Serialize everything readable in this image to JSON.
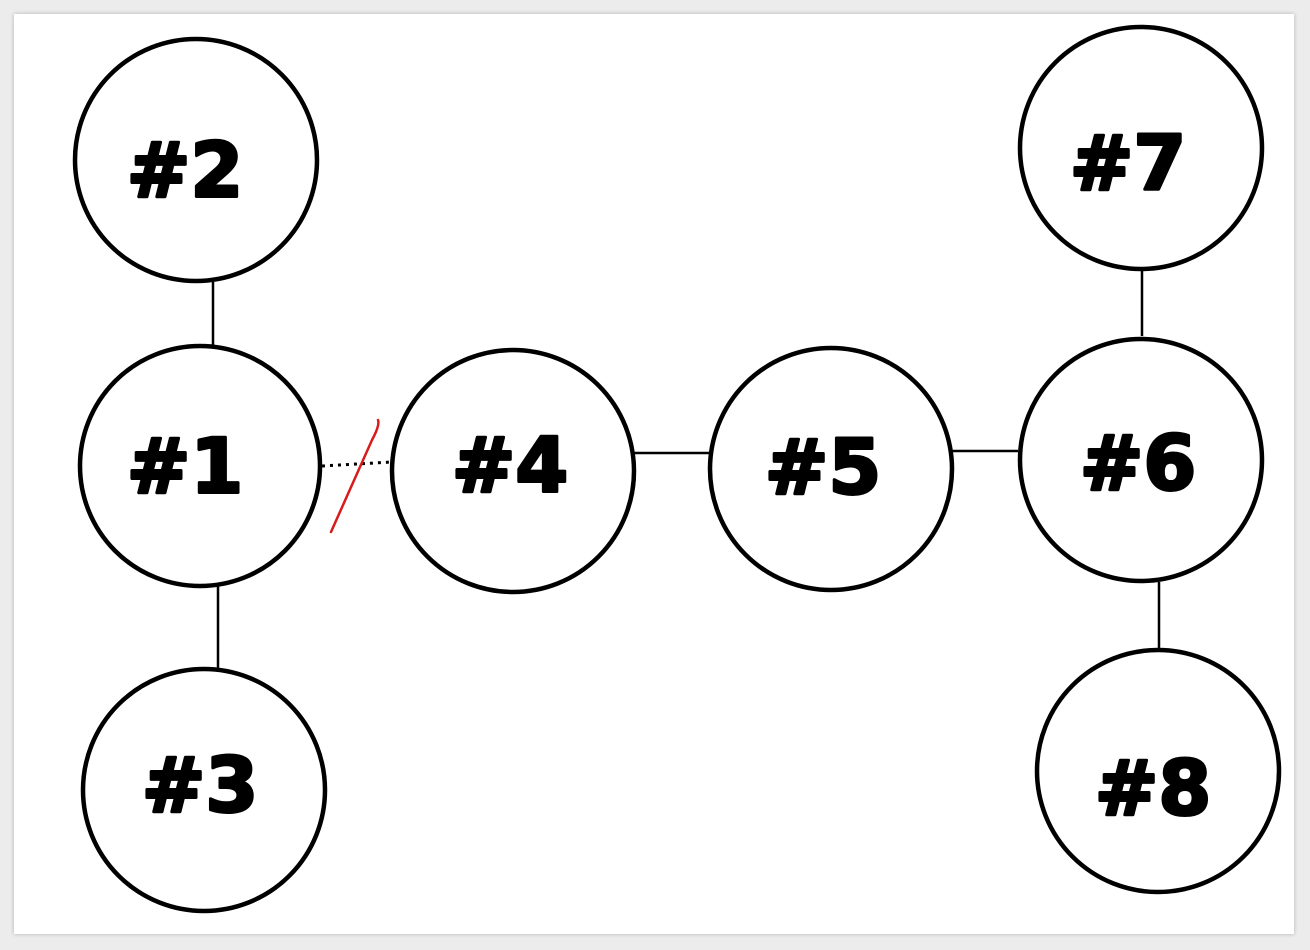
{
  "diagram": {
    "nodes": [
      {
        "id": "n1",
        "label": "#1"
      },
      {
        "id": "n2",
        "label": "#2"
      },
      {
        "id": "n3",
        "label": "#3"
      },
      {
        "id": "n4",
        "label": "#4"
      },
      {
        "id": "n5",
        "label": "#5"
      },
      {
        "id": "n6",
        "label": "#6"
      },
      {
        "id": "n7",
        "label": "#7"
      },
      {
        "id": "n8",
        "label": "#8"
      }
    ],
    "edges": [
      {
        "from": "n2",
        "to": "n1",
        "style": "solid"
      },
      {
        "from": "n1",
        "to": "n3",
        "style": "solid"
      },
      {
        "from": "n1",
        "to": "n4",
        "style": "dotted",
        "cut": true
      },
      {
        "from": "n4",
        "to": "n5",
        "style": "solid"
      },
      {
        "from": "n5",
        "to": "n6",
        "style": "solid"
      },
      {
        "from": "n7",
        "to": "n6",
        "style": "solid"
      },
      {
        "from": "n6",
        "to": "n8",
        "style": "solid"
      }
    ],
    "colors": {
      "node_stroke": "#000000",
      "cut_mark": "#d81b1b",
      "background": "#ffffff"
    }
  }
}
